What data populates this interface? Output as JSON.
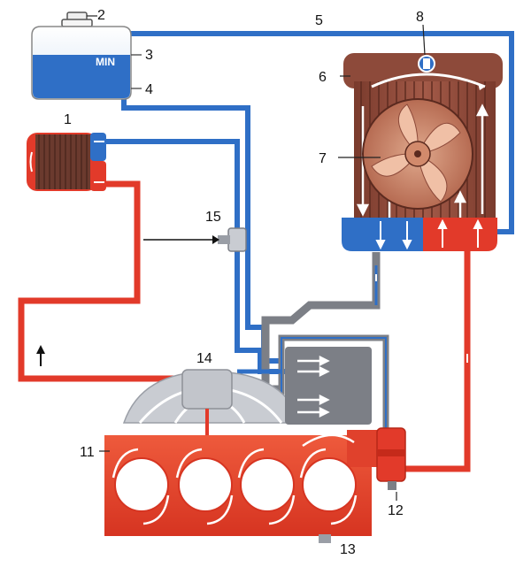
{
  "reservoir": {
    "min_mark": "MIN"
  },
  "labels": {
    "n1": "1",
    "n2": "2",
    "n3": "3",
    "n4": "4",
    "n5": "5",
    "n6": "6",
    "n7": "7",
    "n8": "8",
    "n11": "11",
    "n12": "12",
    "n13": "13",
    "n14": "14",
    "n15": "15"
  },
  "colors": {
    "cold": "#2f6fc6",
    "hot": "#e23a2a",
    "pipe_gray": "#7c7f86",
    "engine": "#e0412c",
    "radiator": "#8d4a3a"
  }
}
